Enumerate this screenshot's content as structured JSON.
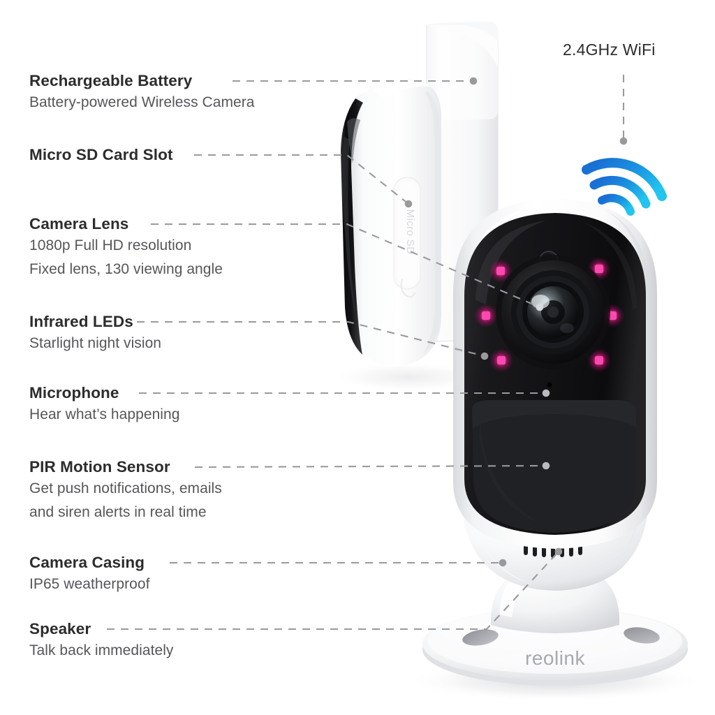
{
  "page": {
    "background_color": "#ffffff",
    "brand_logo_text": "reolink",
    "product_port_label": "Micro SD"
  },
  "colors": {
    "title_text": "#2c2c2e",
    "desc_text": "#56565a",
    "leader_line": "#9a9a9e",
    "leader_dot": "#9a9a9e",
    "wifi_arc_start": "#1a6fd4",
    "wifi_arc_end": "#22c5f0",
    "ir_led": "#f0188c",
    "casing_white": "#ffffff",
    "face_black": "#161618"
  },
  "wifi_badge": {
    "label": "2.4GHz WiFi",
    "icon": "wifi-signal-icon",
    "arcs": 3
  },
  "callouts": [
    {
      "id": "rechargeable-battery",
      "title": "Rechargeable Battery",
      "desc": [
        "Battery-powered Wireless Camera"
      ],
      "target": "battery-panel"
    },
    {
      "id": "micro-sd-card-slot",
      "title": "Micro SD Card Slot",
      "desc": [],
      "target": "micro-sd-flap"
    },
    {
      "id": "camera-lens",
      "title": "Camera Lens",
      "desc": [
        "1080p Full HD resolution",
        "Fixed lens, 130 viewing angle"
      ],
      "target": "lens"
    },
    {
      "id": "infrared-leds",
      "title": "Infrared LEDs",
      "desc": [
        "Starlight night vision"
      ],
      "target": "ir-led-array"
    },
    {
      "id": "microphone",
      "title": "Microphone",
      "desc": [
        "Hear what’s happening"
      ],
      "target": "mic-pinhole"
    },
    {
      "id": "pir-motion-sensor",
      "title": "PIR Motion Sensor",
      "desc": [
        "Get push notifications, emails",
        "and siren alerts in real time"
      ],
      "target": "pir-panel"
    },
    {
      "id": "camera-casing",
      "title": "Camera Casing",
      "desc": [
        "IP65 weatherproof"
      ],
      "target": "housing-shell"
    },
    {
      "id": "speaker",
      "title": "Speaker",
      "desc": [
        "Talk back immediately"
      ],
      "target": "speaker-grille"
    }
  ],
  "product": {
    "name": "reolink-argus-wireless-camera",
    "views": [
      "rear-angled-view",
      "front-view"
    ],
    "features": {
      "ir_led_count": 6,
      "speaker_slot_count": 7,
      "mount_screw_holes": 2
    }
  }
}
